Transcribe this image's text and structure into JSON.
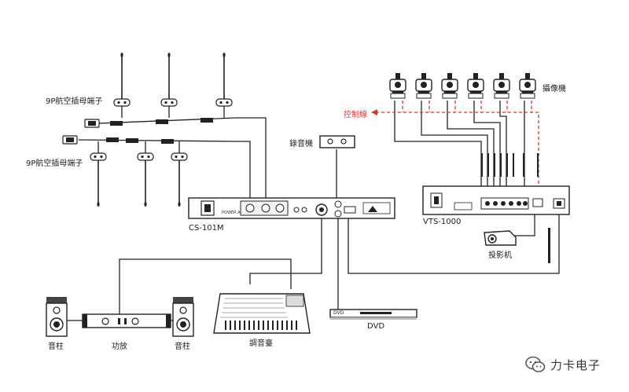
{
  "labels": {
    "connector_top": "9P航空插母端子",
    "connector_bottom": "9P航空插母端子",
    "recorder": "錄音機",
    "cameras": "攝像機",
    "control_line": "控制線",
    "cs101m": "CS-101M",
    "vts1000": "VTS-1000",
    "projector": "投影机",
    "speaker_left": "音柱",
    "amplifier": "功放",
    "speaker_right": "音柱",
    "mixer": "調音臺",
    "dvd": "DVD",
    "dvd_front": "DVD"
  },
  "watermark": {
    "icon": "wechat-icon",
    "text": "力卡电子"
  },
  "colors": {
    "line": "#222222",
    "control": "#e03030",
    "device_fill": "#ffffff"
  }
}
